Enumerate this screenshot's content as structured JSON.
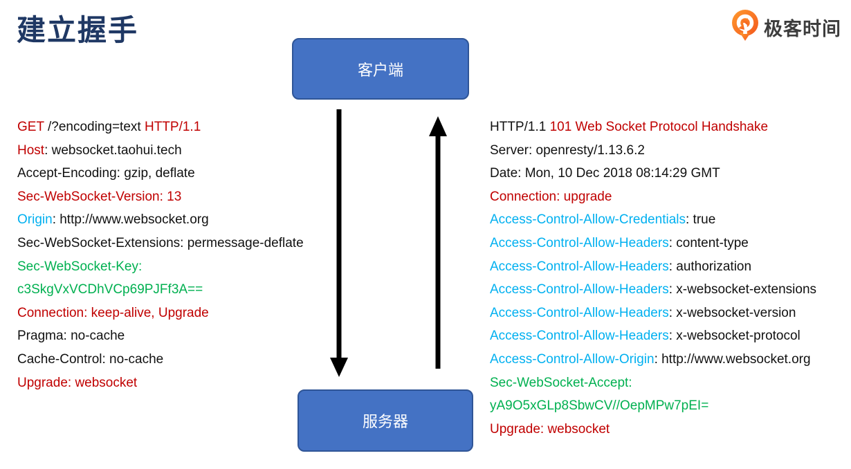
{
  "slide": {
    "title": "建立握手",
    "background": "#ffffff"
  },
  "logo": {
    "text": "极客时间",
    "icon": "geektime-pin-icon",
    "color": "#f3571d"
  },
  "diagram": {
    "client_label": "客户端",
    "server_label": "服务器",
    "node_fill": "#4472c4",
    "node_border": "#2f5597",
    "arrow_color": "#000000"
  },
  "colors": {
    "red": "#c00000",
    "black": "#111111",
    "blue": "#00b0f0",
    "green": "#00b050"
  },
  "request": {
    "lines": [
      {
        "segments": [
          {
            "t": "GET",
            "c": "red"
          },
          {
            "t": " /?encoding=text ",
            "c": "black"
          },
          {
            "t": "HTTP/1.1",
            "c": "red"
          }
        ]
      },
      {
        "segments": [
          {
            "t": "Host",
            "c": "red"
          },
          {
            "t": ": websocket.taohui.tech",
            "c": "black"
          }
        ]
      },
      {
        "segments": [
          {
            "t": "Accept-Encoding: gzip, deflate",
            "c": "black"
          }
        ]
      },
      {
        "segments": [
          {
            "t": "Sec-WebSocket-Version: 13",
            "c": "red"
          }
        ]
      },
      {
        "segments": [
          {
            "t": "Origin",
            "c": "blue"
          },
          {
            "t": ": http://www.websocket.org",
            "c": "black"
          }
        ]
      },
      {
        "segments": [
          {
            "t": "Sec-WebSocket-Extensions: permessage-deflate",
            "c": "black"
          }
        ]
      },
      {
        "segments": [
          {
            "t": "Sec-WebSocket-Key:",
            "c": "green"
          }
        ]
      },
      {
        "segments": [
          {
            "t": "c3SkgVxVCDhVCp69PJFf3A==",
            "c": "green"
          }
        ]
      },
      {
        "segments": [
          {
            "t": "Connection: keep-alive, Upgrade",
            "c": "red"
          }
        ]
      },
      {
        "segments": [
          {
            "t": "Pragma: no-cache",
            "c": "black"
          }
        ]
      },
      {
        "segments": [
          {
            "t": "Cache-Control: no-cache",
            "c": "black"
          }
        ]
      },
      {
        "segments": [
          {
            "t": "Upgrade: websocket",
            "c": "red"
          }
        ]
      }
    ]
  },
  "response": {
    "lines": [
      {
        "segments": [
          {
            "t": "HTTP/1.1 ",
            "c": "black"
          },
          {
            "t": "101 Web Socket Protocol Handshake",
            "c": "red"
          }
        ]
      },
      {
        "segments": [
          {
            "t": "Server: openresty/1.13.6.2",
            "c": "black"
          }
        ]
      },
      {
        "segments": [
          {
            "t": "Date: Mon, 10 Dec 2018 08:14:29 GMT",
            "c": "black"
          }
        ]
      },
      {
        "segments": [
          {
            "t": "Connection: upgrade",
            "c": "red"
          }
        ]
      },
      {
        "segments": [
          {
            "t": "Access-Control-Allow-Credentials",
            "c": "blue"
          },
          {
            "t": ": true",
            "c": "black"
          }
        ]
      },
      {
        "segments": [
          {
            "t": "Access-Control-Allow-Headers",
            "c": "blue"
          },
          {
            "t": ": content-type",
            "c": "black"
          }
        ]
      },
      {
        "segments": [
          {
            "t": "Access-Control-Allow-Headers",
            "c": "blue"
          },
          {
            "t": ": authorization",
            "c": "black"
          }
        ]
      },
      {
        "segments": [
          {
            "t": "Access-Control-Allow-Headers",
            "c": "blue"
          },
          {
            "t": ": x-websocket-extensions",
            "c": "black"
          }
        ]
      },
      {
        "segments": [
          {
            "t": "Access-Control-Allow-Headers",
            "c": "blue"
          },
          {
            "t": ": x-websocket-version",
            "c": "black"
          }
        ]
      },
      {
        "segments": [
          {
            "t": "Access-Control-Allow-Headers",
            "c": "blue"
          },
          {
            "t": ": x-websocket-protocol",
            "c": "black"
          }
        ]
      },
      {
        "segments": [
          {
            "t": "Access-Control-Allow-Origin",
            "c": "blue"
          },
          {
            "t": ": http://www.websocket.org",
            "c": "black"
          }
        ]
      },
      {
        "segments": [
          {
            "t": "Sec-WebSocket-Accept:",
            "c": "green"
          }
        ]
      },
      {
        "segments": [
          {
            "t": "yA9O5xGLp8SbwCV//OepMPw7pEI=",
            "c": "green"
          }
        ]
      },
      {
        "segments": [
          {
            "t": "Upgrade: websocket",
            "c": "red"
          }
        ]
      }
    ]
  }
}
